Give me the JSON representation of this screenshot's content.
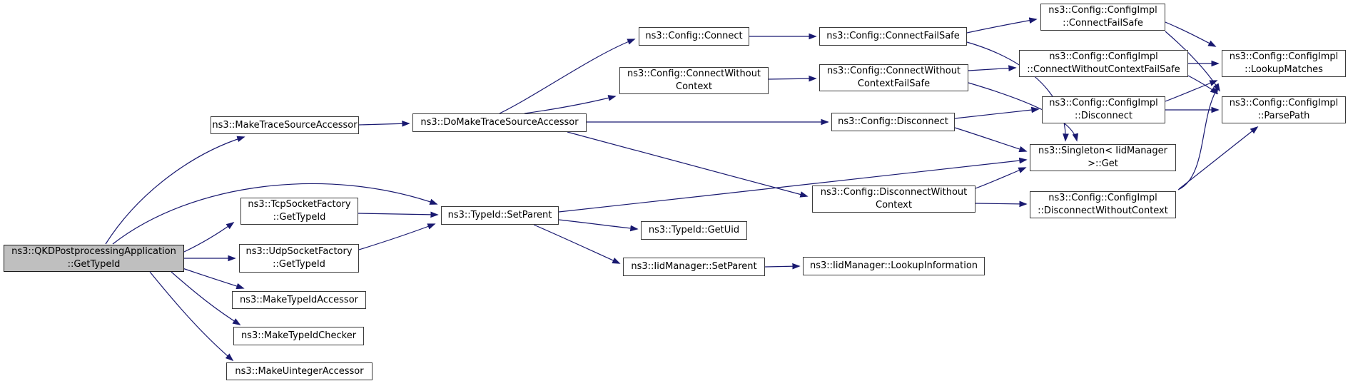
{
  "diagram": {
    "type": "doxygen-call-graph",
    "colors": {
      "background": "#ffffff",
      "edge": "#191970",
      "node_border": "#3b3b3b",
      "node_fill": "#ffffff",
      "root_fill": "#bfbfbf"
    },
    "nodes": [
      {
        "id": "getTypeId",
        "label": "ns3::QKDPostprocessingApplication\n::GetTypeId",
        "root": true
      },
      {
        "id": "makeTraceSourceAccessor",
        "label": "ns3::MakeTraceSourceAccessor"
      },
      {
        "id": "doMakeTraceSourceAccessor",
        "label": "ns3::DoMakeTraceSourceAccessor"
      },
      {
        "id": "configConnect",
        "label": "ns3::Config::Connect"
      },
      {
        "id": "configConnectWithoutContext",
        "label": "ns3::Config::ConnectWithout\nContext"
      },
      {
        "id": "configConnectFailSafe",
        "label": "ns3::Config::ConnectFailSafe"
      },
      {
        "id": "configConnectWithoutContextFailSafe",
        "label": "ns3::Config::ConnectWithout\nContextFailSafe"
      },
      {
        "id": "configImplConnectFailSafe",
        "label": "ns3::Config::ConfigImpl\n::ConnectFailSafe"
      },
      {
        "id": "configImplConnectWithoutContextFailSafe",
        "label": "ns3::Config::ConfigImpl\n::ConnectWithoutContextFailSafe"
      },
      {
        "id": "configImplLookupMatches",
        "label": "ns3::Config::ConfigImpl\n::LookupMatches"
      },
      {
        "id": "configImplDisconnect",
        "label": "ns3::Config::ConfigImpl\n::Disconnect"
      },
      {
        "id": "configImplParsePath",
        "label": "ns3::Config::ConfigImpl\n::ParsePath"
      },
      {
        "id": "configDisconnect",
        "label": "ns3::Config::Disconnect"
      },
      {
        "id": "singletonGet",
        "label": "ns3::Singleton< IidManager\n>::Get"
      },
      {
        "id": "configDisconnectWithoutContext",
        "label": "ns3::Config::DisconnectWithout\nContext"
      },
      {
        "id": "configImplDisconnectWithoutContext",
        "label": "ns3::Config::ConfigImpl\n::DisconnectWithoutContext"
      },
      {
        "id": "typeIdSetParent",
        "label": "ns3::TypeId::SetParent"
      },
      {
        "id": "typeIdGetUid",
        "label": "ns3::TypeId::GetUid"
      },
      {
        "id": "iidManagerSetParent",
        "label": "ns3::IidManager::SetParent"
      },
      {
        "id": "iidManagerLookupInformation",
        "label": "ns3::IidManager::LookupInformation"
      },
      {
        "id": "tcpGetTypeId",
        "label": "ns3::TcpSocketFactory\n::GetTypeId"
      },
      {
        "id": "udpGetTypeId",
        "label": "ns3::UdpSocketFactory\n::GetTypeId"
      },
      {
        "id": "makeTypeIdAccessor",
        "label": "ns3::MakeTypeIdAccessor"
      },
      {
        "id": "makeTypeIdChecker",
        "label": "ns3::MakeTypeIdChecker"
      },
      {
        "id": "makeUintegerAccessor",
        "label": "ns3::MakeUintegerAccessor"
      }
    ],
    "edges": [
      {
        "from": "getTypeId",
        "to": "makeTraceSourceAccessor"
      },
      {
        "from": "getTypeId",
        "to": "typeIdSetParent"
      },
      {
        "from": "getTypeId",
        "to": "tcpGetTypeId"
      },
      {
        "from": "getTypeId",
        "to": "udpGetTypeId"
      },
      {
        "from": "getTypeId",
        "to": "makeTypeIdAccessor"
      },
      {
        "from": "getTypeId",
        "to": "makeTypeIdChecker"
      },
      {
        "from": "getTypeId",
        "to": "makeUintegerAccessor"
      },
      {
        "from": "makeTraceSourceAccessor",
        "to": "doMakeTraceSourceAccessor"
      },
      {
        "from": "doMakeTraceSourceAccessor",
        "to": "configConnect"
      },
      {
        "from": "doMakeTraceSourceAccessor",
        "to": "configConnectWithoutContext"
      },
      {
        "from": "doMakeTraceSourceAccessor",
        "to": "configDisconnect"
      },
      {
        "from": "doMakeTraceSourceAccessor",
        "to": "configDisconnectWithoutContext"
      },
      {
        "from": "configConnect",
        "to": "configConnectFailSafe"
      },
      {
        "from": "configConnectWithoutContext",
        "to": "configConnectWithoutContextFailSafe"
      },
      {
        "from": "configConnectFailSafe",
        "to": "configImplConnectFailSafe"
      },
      {
        "from": "configConnectFailSafe",
        "to": "singletonGet"
      },
      {
        "from": "configConnectWithoutContextFailSafe",
        "to": "configImplConnectWithoutContextFailSafe"
      },
      {
        "from": "configConnectWithoutContextFailSafe",
        "to": "singletonGet"
      },
      {
        "from": "configDisconnect",
        "to": "configImplDisconnect"
      },
      {
        "from": "configDisconnect",
        "to": "singletonGet"
      },
      {
        "from": "configDisconnectWithoutContext",
        "to": "configImplDisconnectWithoutContext"
      },
      {
        "from": "configDisconnectWithoutContext",
        "to": "singletonGet"
      },
      {
        "from": "typeIdSetParent",
        "to": "singletonGet"
      },
      {
        "from": "typeIdSetParent",
        "to": "typeIdGetUid"
      },
      {
        "from": "typeIdSetParent",
        "to": "iidManagerSetParent"
      },
      {
        "from": "tcpGetTypeId",
        "to": "typeIdSetParent"
      },
      {
        "from": "udpGetTypeId",
        "to": "typeIdSetParent"
      },
      {
        "from": "iidManagerSetParent",
        "to": "iidManagerLookupInformation"
      },
      {
        "from": "configImplConnectFailSafe",
        "to": "configImplLookupMatches"
      },
      {
        "from": "configImplConnectFailSafe",
        "to": "configImplParsePath"
      },
      {
        "from": "configImplConnectWithoutContextFailSafe",
        "to": "configImplLookupMatches"
      },
      {
        "from": "configImplConnectWithoutContextFailSafe",
        "to": "configImplParsePath"
      },
      {
        "from": "configImplDisconnect",
        "to": "configImplLookupMatches"
      },
      {
        "from": "configImplDisconnect",
        "to": "configImplParsePath"
      },
      {
        "from": "configImplDisconnectWithoutContext",
        "to": "configImplLookupMatches"
      },
      {
        "from": "configImplDisconnectWithoutContext",
        "to": "configImplParsePath"
      }
    ]
  }
}
